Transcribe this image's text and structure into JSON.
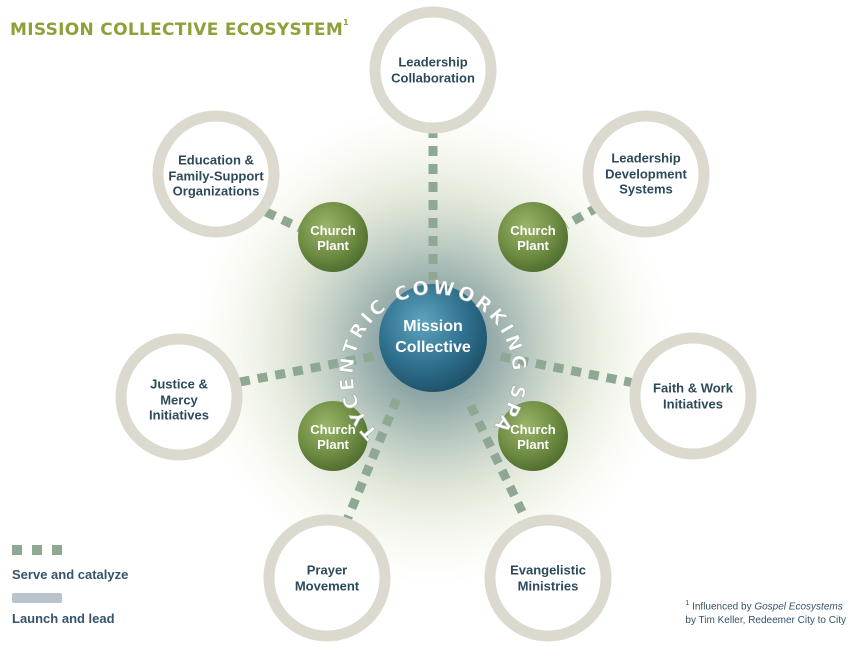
{
  "title": "MISSION COLLECTIVE ECOSYSTEM",
  "title_sup": "1",
  "center": {
    "line1": "Mission",
    "line2": "Collective"
  },
  "ring_text": "CITYCENTRIC COWORKING SPACE",
  "outer_nodes": [
    {
      "id": "leadership-collaboration",
      "label": "Leadership Collaboration"
    },
    {
      "id": "leadership-development",
      "label": "Leadership Development Systems"
    },
    {
      "id": "faith-work",
      "label": "Faith & Work Initiatives"
    },
    {
      "id": "evangelistic",
      "label": "Evangelistic Ministries"
    },
    {
      "id": "prayer",
      "label": "Prayer Movement"
    },
    {
      "id": "justice-mercy",
      "label": "Justice & Mercy Initiatives"
    },
    {
      "id": "education-family",
      "label": "Education & Family-Support Organizations"
    }
  ],
  "church_plant_label": "Church Plant",
  "legend": {
    "serve": "Serve and catalyze",
    "launch": "Launch and lead"
  },
  "footnote": {
    "sup": "1",
    "prefix": "Influenced by ",
    "italic": "Gospel Ecosystems",
    "line2": "by Tim Keller, Redeemer City to City"
  },
  "colors": {
    "title": "#8ea03a",
    "text_dark": "#2d4a5a",
    "dashed_line": "#8fa894",
    "outer_ring": "#dcd9cf",
    "church_plant": "#6e8c42",
    "center": "#2e6f8c"
  }
}
